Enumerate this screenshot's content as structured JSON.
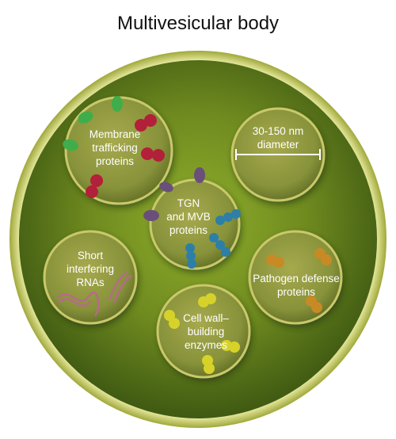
{
  "title": "Multivesicular body",
  "vesicles": {
    "membrane_trafficking": {
      "label_lines": [
        "Membrane",
        "trafficking",
        "proteins"
      ]
    },
    "diameter": {
      "label_lines": [
        "30-150 nm",
        "diameter"
      ]
    },
    "tgn_mvb": {
      "label_lines": [
        "TGN",
        "and MVB",
        "proteins"
      ]
    },
    "short_interfering": {
      "label_lines": [
        "Short",
        "interfering",
        "RNAs"
      ]
    },
    "pathogen_defense": {
      "label_lines": [
        "Pathogen defense",
        "proteins"
      ]
    },
    "cell_wall": {
      "label_lines": [
        "Cell wall–",
        "building",
        "enzymes"
      ]
    }
  },
  "colors": {
    "outer_rim": "#d6d97a",
    "body_fill": "#6f8a1f",
    "vesicle_fill": "#8d9a38",
    "green_protein": "#3fae4a",
    "red_protein": "#b3203a",
    "purple_protein": "#6a4f7a",
    "blue_protein": "#2d7fa7",
    "orange_protein": "#c88a25",
    "yellow_protein": "#d7d22a",
    "rna": "#b66a8a"
  }
}
